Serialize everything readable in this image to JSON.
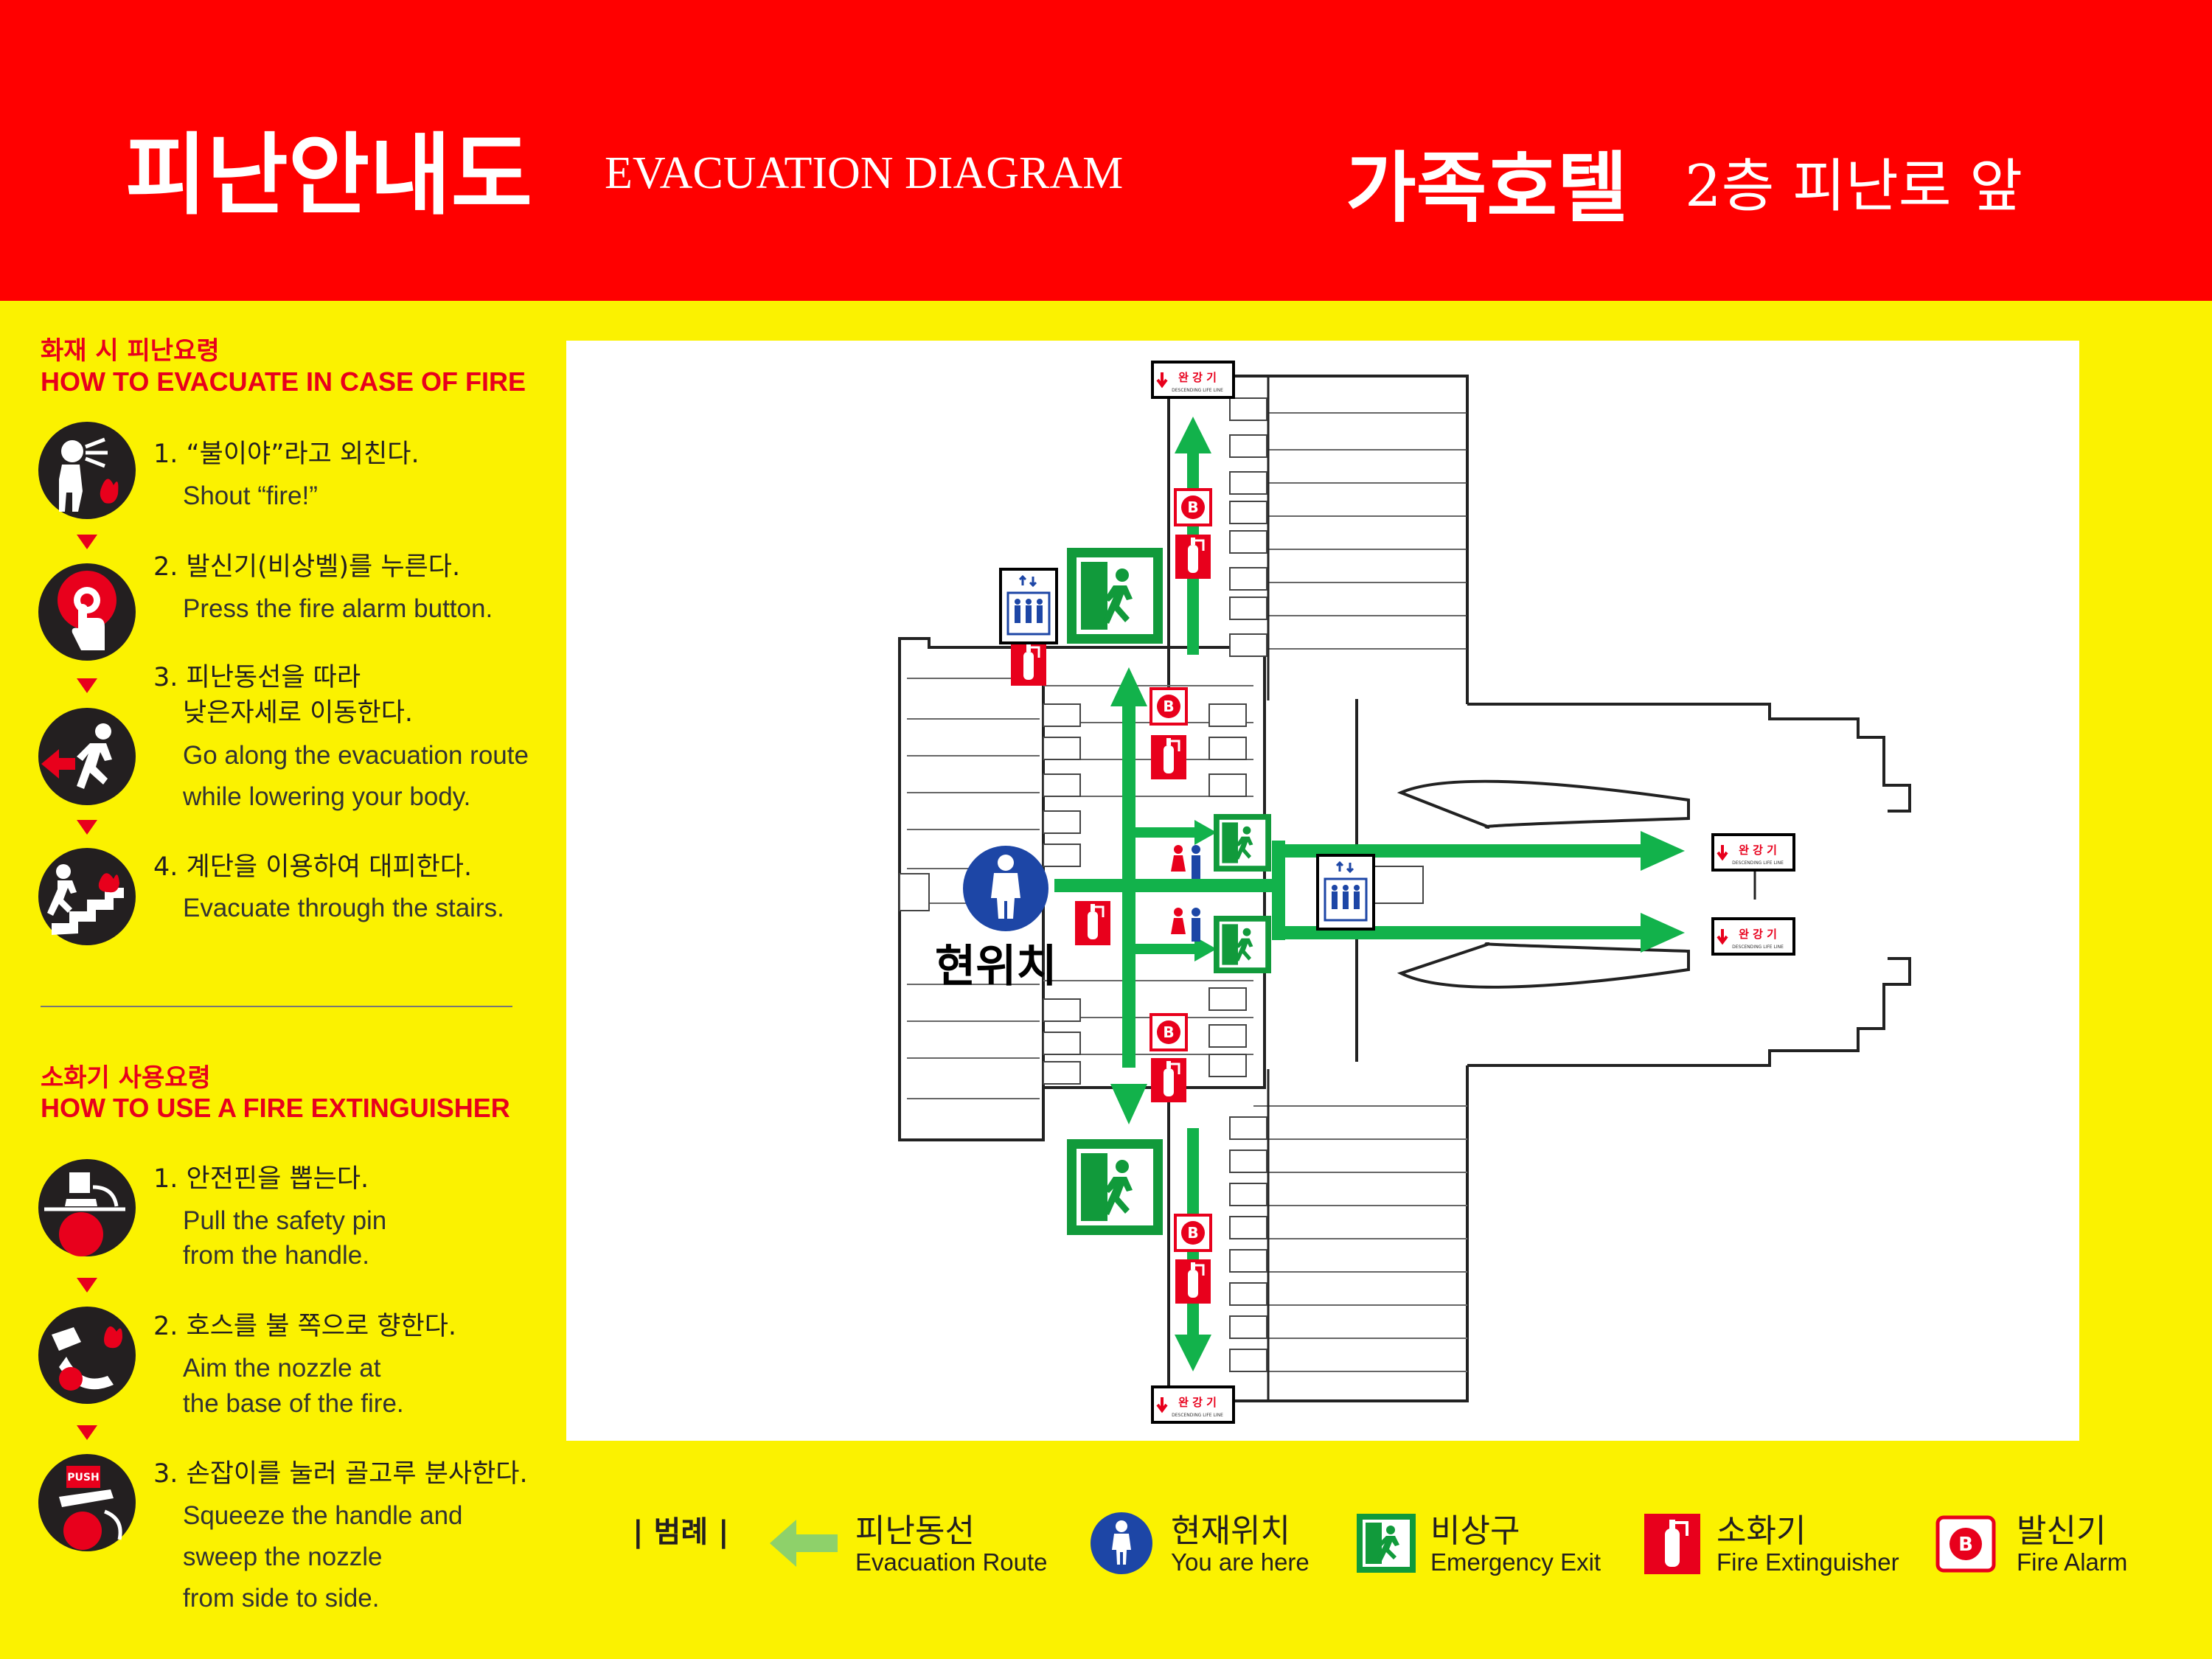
{
  "header": {
    "title_ko": "피난안내도",
    "title_en": "EVACUATION DIAGRAM",
    "location_name": "가족호텔",
    "location_detail": "2층 피난로 앞"
  },
  "evacuate": {
    "heading_ko": "화재 시 피난요령",
    "heading_en": "HOW TO EVACUATE IN CASE OF FIRE",
    "steps": [
      {
        "ko": "1. “불이야”라고 외친다.",
        "en": [
          "Shout “fire!”"
        ],
        "icon": "shouting-person-icon"
      },
      {
        "ko": "2. 발신기(비상벨)를 누른다.",
        "en": [
          "Press the fire alarm button."
        ],
        "icon": "alarm-button-icon"
      },
      {
        "ko": "3. 피난동선을 따라",
        "ko2": "낮은자세로 이동한다.",
        "en": [
          "Go along the evacuation route",
          "while lowering your body."
        ],
        "icon": "running-person-icon"
      },
      {
        "ko": "4. 계단을 이용하여 대피한다.",
        "en": [
          "Evacuate through the stairs."
        ],
        "icon": "stairs-icon"
      }
    ]
  },
  "extinguisher": {
    "heading_ko": "소화기 사용요령",
    "heading_en": "HOW TO USE A FIRE EXTINGUISHER",
    "steps": [
      {
        "ko": "1. 안전핀을 뽑는다.",
        "en": [
          "Pull the safety pin",
          "from the handle."
        ],
        "icon": "pull-pin-icon"
      },
      {
        "ko": "2. 호스를 불 쪽으로 향한다.",
        "en": [
          "Aim the nozzle at",
          "the base of the fire."
        ],
        "icon": "aim-nozzle-icon"
      },
      {
        "ko": "3. 손잡이를 눌러 골고루 분사한다.",
        "en": [
          "Squeeze the handle and",
          "sweep the nozzle",
          "from side to side."
        ],
        "icon": "squeeze-handle-icon",
        "icon_text": "PUSH"
      }
    ]
  },
  "map": {
    "you_are_here_label": "현위치",
    "device_label": "완 강 기",
    "device_sub": "DESCENDING LIFE LINE",
    "alarm_letter": "B"
  },
  "legend": {
    "title": "| 범례 |",
    "items": [
      {
        "ko": "피난동선",
        "en": "Evacuation Route",
        "icon": "evacuation-route-arrow-icon"
      },
      {
        "ko": "현재위치",
        "en": "You are here",
        "icon": "you-are-here-icon"
      },
      {
        "ko": "비상구",
        "en": "Emergency Exit",
        "icon": "emergency-exit-icon"
      },
      {
        "ko": "소화기",
        "en": "Fire Extinguisher",
        "icon": "fire-extinguisher-icon"
      },
      {
        "ko": "발신기",
        "en": "Fire Alarm",
        "icon": "fire-alarm-icon"
      }
    ]
  },
  "colors": {
    "header_red": "#ff0000",
    "background_yellow": "#fbf200",
    "route_green": "#12b24b",
    "exit_green": "#119a3b",
    "alarm_red": "#e8001c",
    "marker_blue": "#1d46a6"
  }
}
